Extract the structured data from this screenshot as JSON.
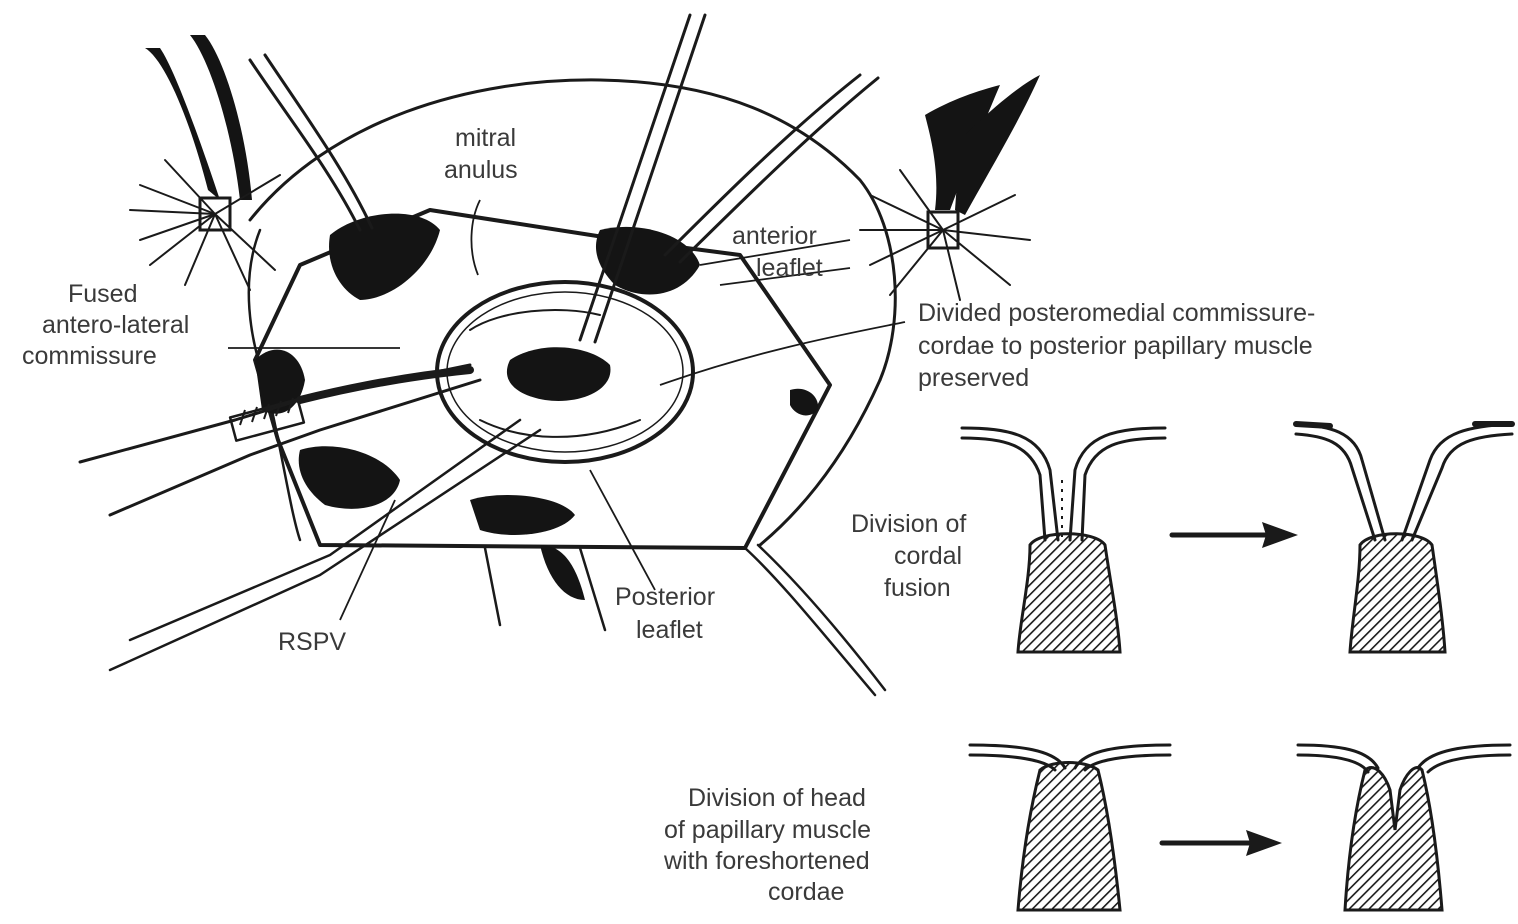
{
  "labels": {
    "mitral_anulus": [
      "mitral",
      "anulus"
    ],
    "anterior_leaflet": [
      "anterior",
      "leaflet"
    ],
    "fused_commissure": [
      "Fused",
      "antero-lateral",
      "commissure"
    ],
    "divided_commissure": [
      "Divided posteromedial commissure-",
      "cordae to posterior papillary muscle",
      "preserved"
    ],
    "rspv": "RSPV",
    "posterior_leaflet": [
      "Posterior",
      "leaflet"
    ],
    "division_cordal": [
      "Division of",
      "cordal",
      "fusion"
    ],
    "division_head": [
      "Division of head",
      "of papillary muscle",
      "with foreshortened",
      "cordae"
    ]
  }
}
